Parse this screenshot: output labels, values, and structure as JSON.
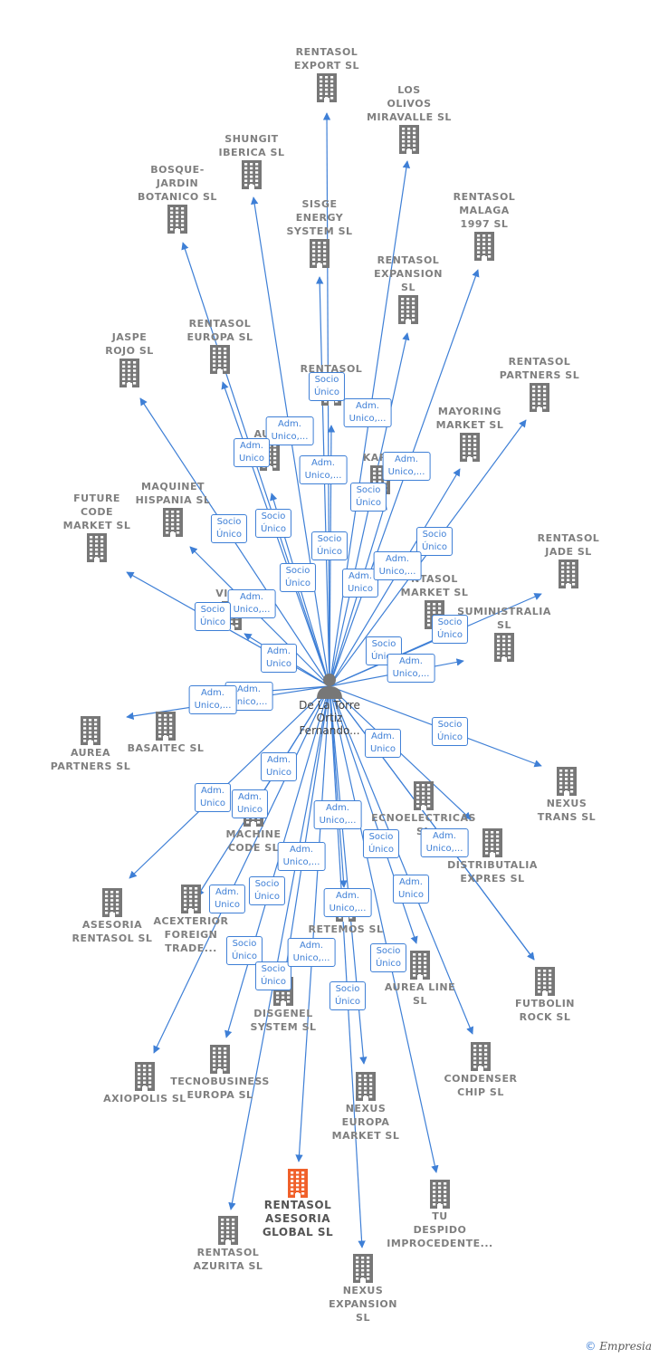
{
  "center": {
    "label": "De La Torre\nOrtiz\nFernando..."
  },
  "footer": {
    "copyright_symbol": "©",
    "brand": "Empresia"
  },
  "colors": {
    "edge": "#3e7fd6",
    "building": "#777777",
    "highlight": "#f0602a",
    "label": "#7f7f7f"
  },
  "nodes": [
    {
      "id": "export",
      "label": "RENTASOL\nEXPORT  SL"
    },
    {
      "id": "olivos",
      "label": "LOS\nOLIVOS\nMIRAVALLE  SL"
    },
    {
      "id": "shungit",
      "label": "SHUNGIT\nIBERICA  SL"
    },
    {
      "id": "bosque",
      "label": "BOSQUE-\nJARDIN\nBOTANICO SL"
    },
    {
      "id": "sisge",
      "label": "SISGE\nENERGY\nSYSTEM  SL"
    },
    {
      "id": "malaga",
      "label": "RENTASOL\nMALAGA\n1997  SL"
    },
    {
      "id": "expansion",
      "label": "RENTASOL\nEXPANSION\nSL"
    },
    {
      "id": "jaspe",
      "label": "JASPE\nROJO  SL"
    },
    {
      "id": "europa",
      "label": "RENTASOL\nEUROPA  SL"
    },
    {
      "id": "rentasol_mid",
      "label": "RENTASOL"
    },
    {
      "id": "partners",
      "label": "RENTASOL\nPARTNERS  SL"
    },
    {
      "id": "mayoring",
      "label": "MAYORING\nMARKET  SL"
    },
    {
      "id": "aure",
      "label": "AURE"
    },
    {
      "id": "karm",
      "label": "KARM"
    },
    {
      "id": "maquinet",
      "label": "MAQUINET\nHISPANIA  SL"
    },
    {
      "id": "future",
      "label": "FUTURE\nCODE\nMARKET  SL"
    },
    {
      "id": "jade",
      "label": "RENTASOL\nJADE  SL"
    },
    {
      "id": "via",
      "label": "VIA C"
    },
    {
      "id": "ntasol",
      "label": "NTASOL\nMARKET  SL"
    },
    {
      "id": "suministralia",
      "label": "SUMINISTRALIA\nSL"
    },
    {
      "id": "aurea_partners",
      "label": "AUREA\nPARTNERS  SL"
    },
    {
      "id": "basaitec",
      "label": "BASAITEC  SL"
    },
    {
      "id": "nexus_trans",
      "label": "NEXUS\nTRANS  SL"
    },
    {
      "id": "tecnoelectricas",
      "label": "ECNOELECTRICAS  SL"
    },
    {
      "id": "machine",
      "label": "MACHINE\nCODE SL"
    },
    {
      "id": "distributalia",
      "label": "DISTRIBUTALIA\nEXPRES  SL"
    },
    {
      "id": "asesoria_rentasol",
      "label": "ASESORIA\nRENTASOL SL"
    },
    {
      "id": "acexterior",
      "label": "ACEXTERIOR\nFOREIGN\nTRADE..."
    },
    {
      "id": "retemos",
      "label": "RETEMOS  SL"
    },
    {
      "id": "futbolin",
      "label": "FUTBOLIN\nROCK  SL"
    },
    {
      "id": "aurea_line",
      "label": "AUREA LINE\nSL"
    },
    {
      "id": "disgenel",
      "label": "DISGENEL\nSYSTEM  SL"
    },
    {
      "id": "axiopolis",
      "label": "AXIOPOLIS SL"
    },
    {
      "id": "tecnobusiness",
      "label": "TECNOBUSINESS\nEUROPA SL"
    },
    {
      "id": "condenser",
      "label": "CONDENSER\nCHIP SL"
    },
    {
      "id": "nexus_europa",
      "label": "NEXUS\nEUROPA\nMARKET  SL"
    },
    {
      "id": "asesoria_global",
      "label": "RENTASOL\nASESORIA\nGLOBAL  SL",
      "highlight": true
    },
    {
      "id": "tu_despido",
      "label": "TU\nDESPIDO\nIMPROCEDENTE..."
    },
    {
      "id": "azurita",
      "label": "RENTASOL\nAZURITA  SL"
    },
    {
      "id": "nexus_expansion",
      "label": "NEXUS\nEXPANSION\nSL"
    }
  ],
  "badges": [
    {
      "text": "Socio\nÚnico"
    },
    {
      "text": "Adm.\nUnico,..."
    },
    {
      "text": "Adm.\nUnico,..."
    },
    {
      "text": "Adm.\nUnico"
    },
    {
      "text": "Adm.\nUnico,..."
    },
    {
      "text": "Adm.\nUnico,..."
    },
    {
      "text": "Socio\nÚnico"
    },
    {
      "text": "Socio\nÚnico"
    },
    {
      "text": "Socio\nÚnico"
    },
    {
      "text": "Socio\nÚnico"
    },
    {
      "text": "Socio\nÚnico"
    },
    {
      "text": "Socio\nÚnico"
    },
    {
      "text": "Adm.\nUnico"
    },
    {
      "text": "Adm.\nUnico,..."
    },
    {
      "text": "Adm.\nUnico,..."
    },
    {
      "text": "Socio\nÚnico"
    },
    {
      "text": "Adm.\nUnico"
    },
    {
      "text": "Socio\nÚnico"
    },
    {
      "text": "Socio\nÚnico"
    },
    {
      "text": "Adm.\nUnico,..."
    },
    {
      "text": "Adm.\nUnico,..."
    },
    {
      "text": "Adm.\nUnico,..."
    },
    {
      "text": "Adm.\nUnico"
    },
    {
      "text": "Socio\nÚnico"
    },
    {
      "text": "Adm.\nUnico"
    },
    {
      "text": "Adm.\nUnico"
    },
    {
      "text": "Adm.\nUnico"
    },
    {
      "text": "Adm.\nUnico,..."
    },
    {
      "text": "Socio\nÚnico"
    },
    {
      "text": "Adm.\nUnico,..."
    },
    {
      "text": "Adm.\nUnico,..."
    },
    {
      "text": "Adm.\nUnico"
    },
    {
      "text": "Adm.\nUnico"
    },
    {
      "text": "Socio\nÚnico"
    },
    {
      "text": "Adm.\nUnico,..."
    },
    {
      "text": "Socio\nÚnico"
    },
    {
      "text": "Socio\nÚnico"
    },
    {
      "text": "Adm.\nUnico,..."
    },
    {
      "text": "Socio\nÚnico"
    },
    {
      "text": "Socio\nÚnico"
    }
  ]
}
